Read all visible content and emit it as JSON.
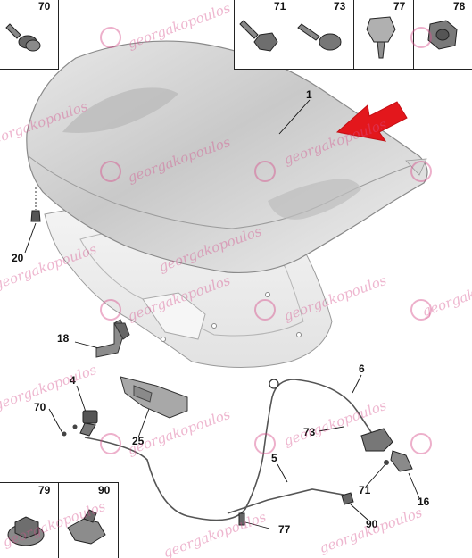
{
  "diagram": {
    "insets_top": [
      {
        "label": "70",
        "icon": "screw-with-washer-icon"
      },
      {
        "label": "71",
        "icon": "hex-head-screw-icon"
      },
      {
        "label": "73",
        "icon": "pan-head-screw-icon"
      },
      {
        "label": "77",
        "icon": "plastic-clip-icon"
      },
      {
        "label": "78",
        "icon": "nut-icon"
      }
    ],
    "insets_bottom": [
      {
        "label": "79",
        "icon": "flange-nut-icon"
      },
      {
        "label": "90",
        "icon": "cable-clip-icon"
      }
    ],
    "callouts": {
      "c1": "1",
      "c20": "20",
      "c18": "18",
      "c4": "4",
      "c70": "70",
      "c25": "25",
      "c6": "6",
      "c73": "73",
      "c5": "5",
      "c71": "71",
      "c16": "16",
      "c90": "90",
      "c77": "77"
    },
    "watermark": {
      "text": "georgakopoulos",
      "color": "#d6508c"
    },
    "arrow_color": "#e3171c"
  }
}
